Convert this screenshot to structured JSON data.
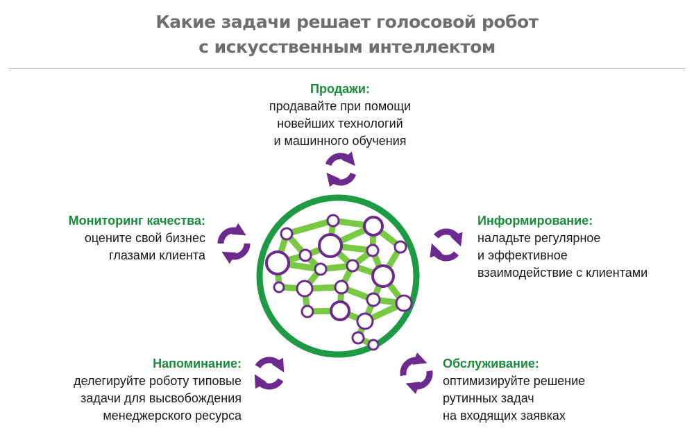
{
  "title": {
    "line1": "Какие задачи решает голосовой робот",
    "line2": "с искусственным интеллектом"
  },
  "colors": {
    "title": "#6e6e6e",
    "heading": "#1a8a3c",
    "text": "#1a1a1a",
    "ring": "#1e9a45",
    "network": "#7ac943",
    "node": "#6d2a8e",
    "arrow": "#6d2a8e",
    "rule": "#b8b8b8"
  },
  "tasks": {
    "sales": {
      "heading": "Продажи:",
      "lines": [
        "продавайте при помощи",
        "новейших технологий",
        "и машинного обучения"
      ]
    },
    "info": {
      "heading": "Информирование:",
      "lines": [
        "наладьте регулярное",
        "и эффективное",
        "взаимодействие с клиентами"
      ]
    },
    "service": {
      "heading": "Обслуживание:",
      "lines": [
        "оптимизируйте решение",
        "рутинных задач",
        "на входящих заявках"
      ]
    },
    "reminder": {
      "heading": "Напоминание:",
      "lines": [
        "делегируйте роботу типовые",
        "задачи для высвобождения",
        "менеджерского ресурса"
      ]
    },
    "quality": {
      "heading": "Мониторинг качества:",
      "lines": [
        "оцените свой бизнес",
        "глазами клиента"
      ]
    }
  },
  "icons": {
    "center": "neural-network-brain-icon",
    "cycle": "refresh-cycle-icon"
  }
}
